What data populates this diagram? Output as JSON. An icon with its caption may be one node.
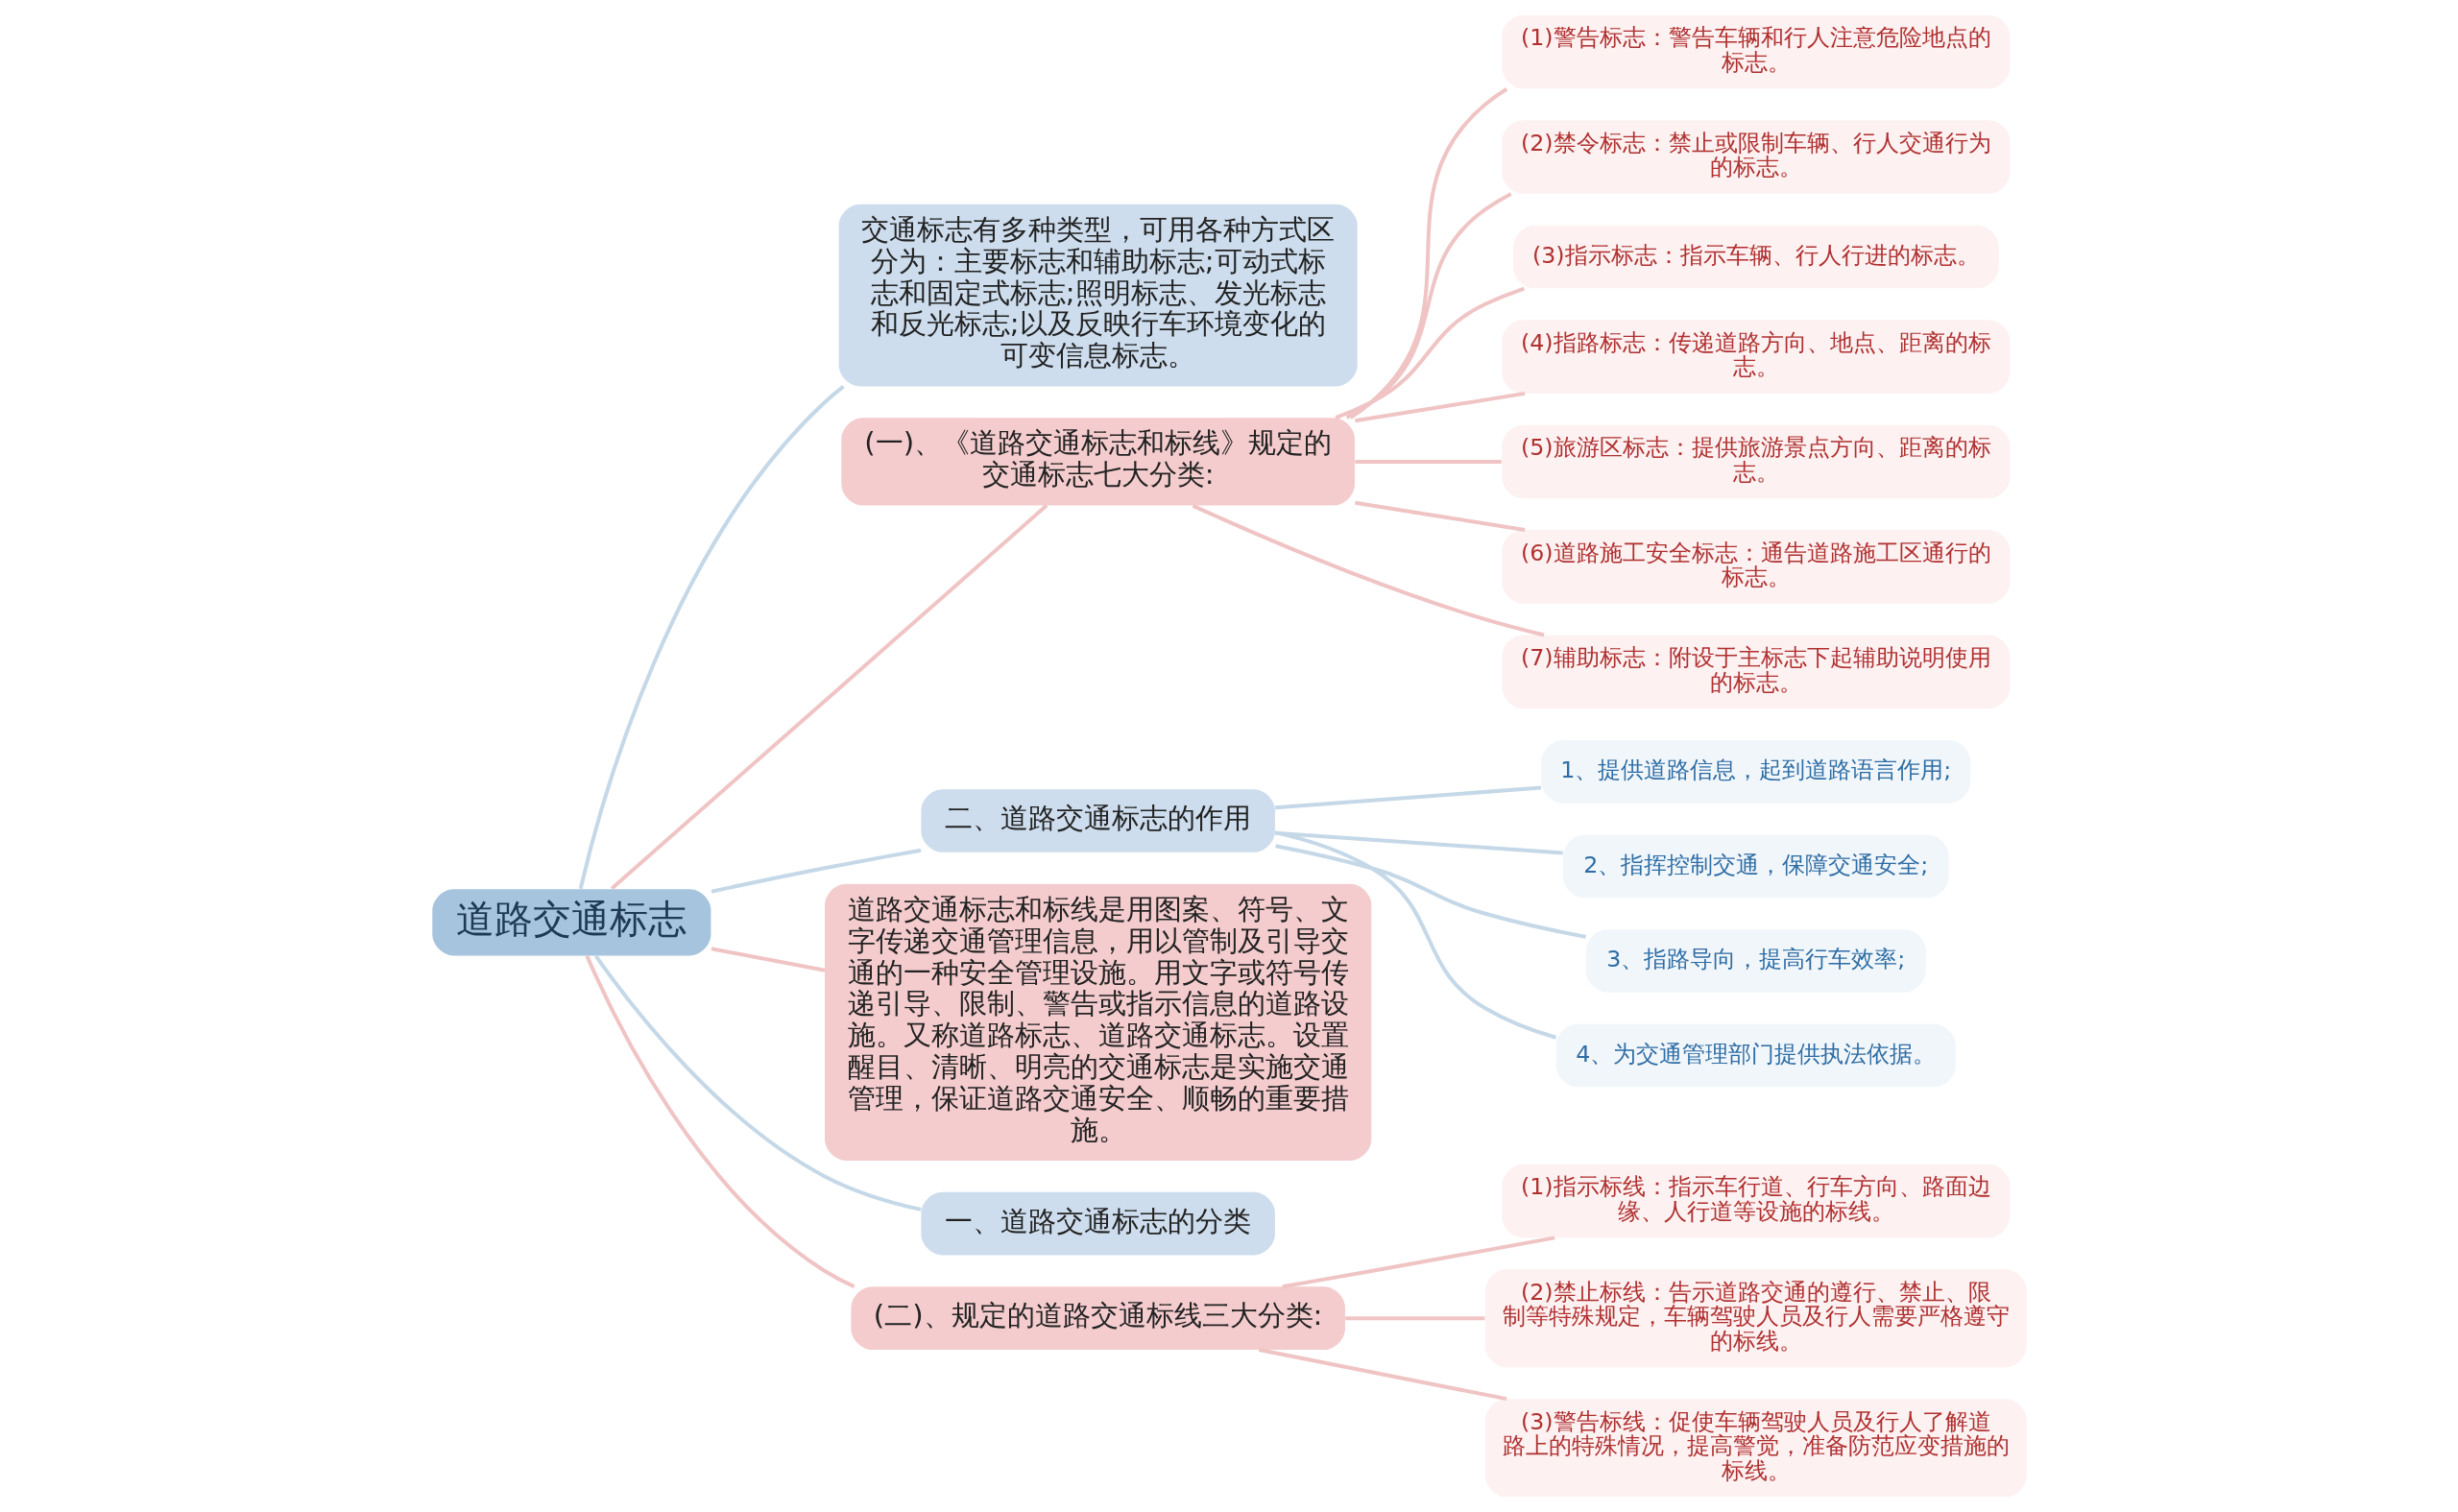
{
  "diagram": {
    "nodes": [
      {
        "text": [
          "道路交通标志"
        ]
      },
      {
        "text": [
          "交通标志有多种类型，可用各种方式区分为：主要标志和辅助标志;可动式标志和固定式标志;照明标志、发光标志和反光标志;以及反映行车环境变化的可变信息标志。"
        ]
      },
      {
        "text": [
          "(一)、《道路交通标志和标线》规定的交通标志七大分类:"
        ]
      },
      {
        "text": [
          "(1)警告标志：警告车辆和行人注意危险地点的标志。"
        ]
      },
      {
        "text": [
          "(2)禁令标志：禁止或限制车辆、行人交通行为的标志。"
        ]
      },
      {
        "text": [
          "(3)指示标志：指示车辆、行人行进的标志。"
        ]
      },
      {
        "text": [
          "(4)指路标志：传递道路方向、地点、距离的标志。"
        ]
      },
      {
        "text": [
          "(5)旅游区标志：提供旅游景点方向、距离的标志。"
        ]
      },
      {
        "text": [
          "(6)道路施工安全标志：通告道路施工区通行的标志。"
        ]
      },
      {
        "text": [
          "(7)辅助标志：附设于主标志下起辅助说明使用的标志。"
        ]
      },
      {
        "text": [
          "二、道路交通标志的作用"
        ]
      },
      {
        "text": [
          "1、提供道路信息，起到道路语言作用;"
        ]
      },
      {
        "text": [
          "2、指挥控制交通，保障交通安全;"
        ]
      },
      {
        "text": [
          "3、指路导向，提高行车效率;"
        ]
      },
      {
        "text": [
          "4、为交通管理部门提供执法依据。"
        ]
      },
      {
        "text": [
          "道路交通标志和标线是用图案、符号、文字传递交通管理信息，用以管制及引导交通的一种安全管理设施。用文字或符号传递引导、限制、警告或指示信息的道路设施。又称道路标志、道路交通标志。设置醒目、清晰、明亮的交通标志是实施交通管理，保证道路交通安全、顺畅的重要措施。"
        ]
      },
      {
        "text": [
          "一、道路交通标志的分类"
        ]
      },
      {
        "text": [
          "(二)、规定的道路交通标线三大分类:"
        ]
      },
      {
        "text": [
          "(1)指示标线：指示车行道、行车方向、路面边缘、人行道等设施的标线。"
        ]
      },
      {
        "text": [
          "(2)禁止标线：告示道路交通的遵行、禁止、限制等特殊规定，车辆驾驶人员及行人需要严格遵守的标线。"
        ]
      },
      {
        "text": [
          "(3)警告标线：促使车辆驾驶人员及行人了解道路上的特殊情况，提高警觉，准备防范应变措施的标线。"
        ]
      }
    ],
    "edges": [
      {
        "from": 0,
        "to": 1,
        "arrow": "none",
        "color": "#c5d8e8"
      },
      {
        "from": 0,
        "to": 2,
        "arrow": "none"
      },
      {
        "from": 2,
        "to": 3,
        "arrow": "none"
      },
      {
        "from": 2,
        "to": 4,
        "arrow": "none"
      },
      {
        "from": 2,
        "to": 5,
        "arrow": "none"
      },
      {
        "from": 2,
        "to": 6,
        "arrow": "none"
      },
      {
        "from": 2,
        "to": 7,
        "arrow": "none"
      },
      {
        "from": 2,
        "to": 8,
        "arrow": "none"
      },
      {
        "from": 2,
        "to": 9,
        "arrow": "none"
      },
      {
        "from": 0,
        "to": 10,
        "arrow": "none",
        "color": "#c5d8e8"
      },
      {
        "from": 10,
        "to": 11,
        "arrow": "none",
        "color": "#c5d8e8"
      },
      {
        "from": 10,
        "to": 12,
        "arrow": "none",
        "color": "#c5d8e8"
      },
      {
        "from": 10,
        "to": 13,
        "arrow": "none",
        "color": "#c5d8e8"
      },
      {
        "from": 10,
        "to": 14,
        "arrow": "none",
        "color": "#c5d8e8"
      },
      {
        "from": 0,
        "to": 15,
        "arrow": "none"
      },
      {
        "from": 0,
        "to": 16,
        "arrow": "none",
        "color": "#c5d8e8"
      },
      {
        "from": 0,
        "to": 17,
        "arrow": "none"
      },
      {
        "from": 17,
        "to": 18,
        "arrow": "none"
      },
      {
        "from": 17,
        "to": 19,
        "arrow": "none"
      },
      {
        "from": 17,
        "to": 20,
        "arrow": "none"
      }
    ]
  }
}
